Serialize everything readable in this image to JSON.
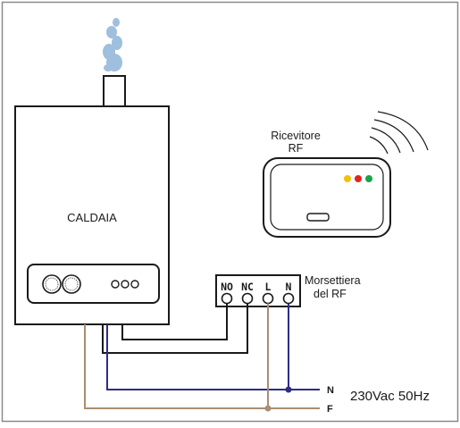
{
  "boiler": {
    "label": "CALDAIA"
  },
  "receiver": {
    "title_line1": "Ricevitore",
    "title_line2": "RF",
    "leds": [
      {
        "name": "led-yellow",
        "color": "#f2c200"
      },
      {
        "name": "led-red",
        "color": "#e32424"
      },
      {
        "name": "led-green",
        "color": "#1aa34a"
      }
    ]
  },
  "terminal_block": {
    "label_line1": "Morsettiera",
    "label_line2": "del RF",
    "terminals": [
      "NO",
      "NC",
      "L",
      "N"
    ]
  },
  "mains": {
    "line_n": "N",
    "line_f": "F",
    "supply": "230Vac 50Hz"
  },
  "colors": {
    "neutral_wire": "#2e2c84",
    "phase_wire": "#a88e72",
    "control_wire": "#1a1a1a",
    "smoke": "#8fb4d9"
  }
}
